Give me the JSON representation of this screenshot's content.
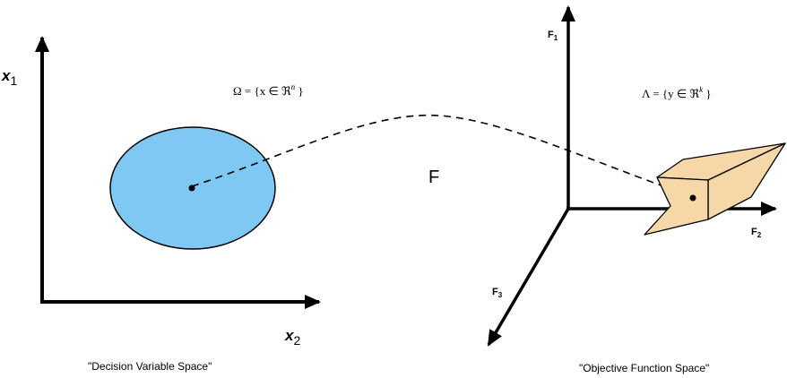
{
  "decision_space": {
    "axis_x1": {
      "symbol": "x",
      "subscript": "1"
    },
    "axis_x2": {
      "symbol": "x",
      "subscript": "2"
    },
    "set_definition": {
      "text": "Ω = {x ∈ ℜ",
      "superscript": "n",
      "closing": " }"
    },
    "caption": "\"Decision Variable Space\"",
    "region_color": "#80c8f4"
  },
  "mapping": {
    "label": "F"
  },
  "objective_space": {
    "axis_f1": {
      "symbol": "F",
      "subscript": "1"
    },
    "axis_f2": {
      "symbol": "F",
      "subscript": "2"
    },
    "axis_f3": {
      "symbol": "F",
      "subscript": "3"
    },
    "set_definition": {
      "text": "Λ = {y ∈ ℜ",
      "superscript": "k",
      "closing": " }"
    },
    "caption": "\"Objective Function Space\"",
    "region_color": "#f5d7a8"
  }
}
